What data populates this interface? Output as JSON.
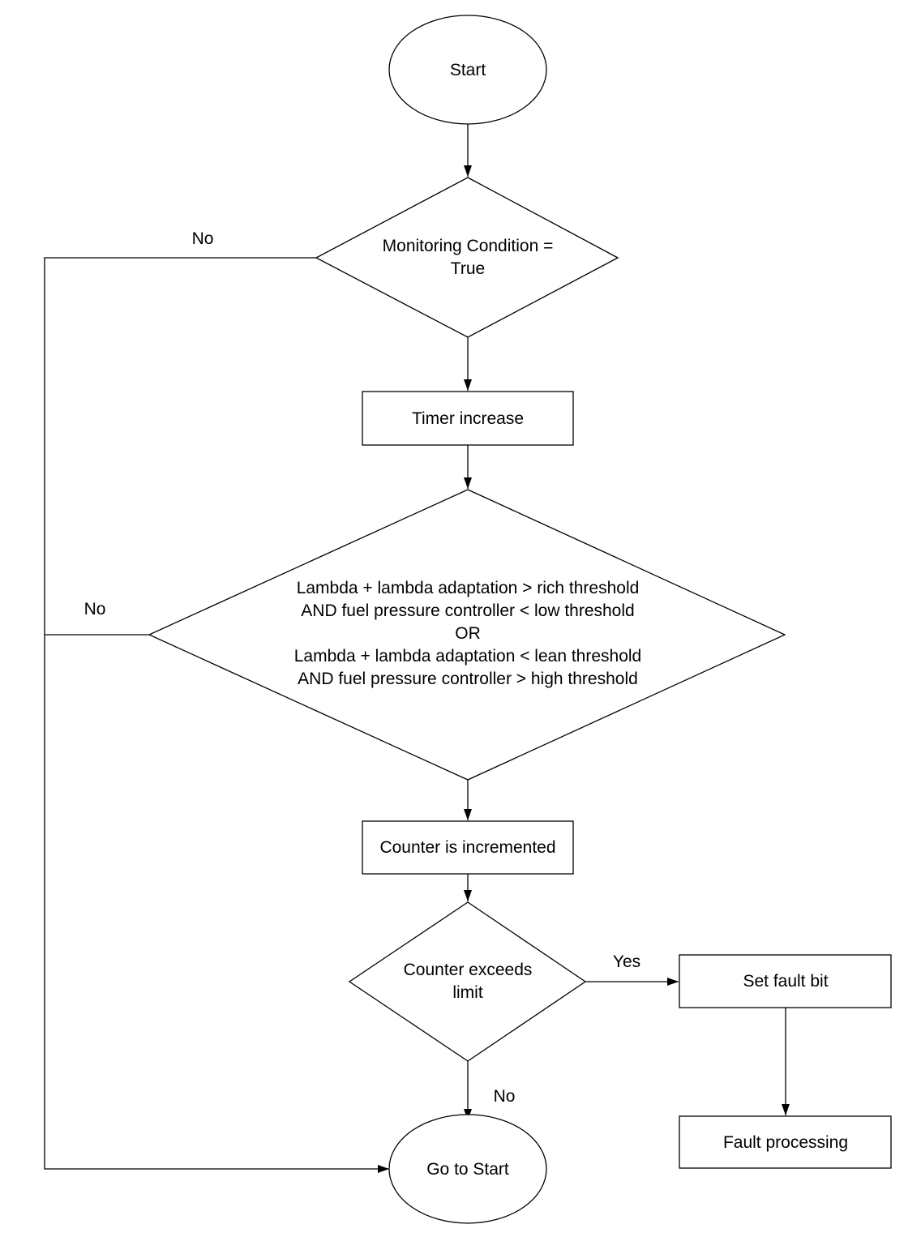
{
  "nodes": {
    "start": {
      "label": "Start"
    },
    "monitoring_condition": {
      "lines": [
        "Monitoring Condition =",
        "True"
      ]
    },
    "timer_increase": {
      "label": "Timer increase"
    },
    "lambda_check": {
      "lines": [
        "Lambda + lambda adaptation > rich threshold",
        "AND fuel pressure controller < low threshold",
        "OR",
        "Lambda + lambda adaptation < lean threshold",
        "AND fuel pressure controller > high threshold"
      ]
    },
    "counter_incremented": {
      "label": "Counter is incremented"
    },
    "counter_exceeds": {
      "lines": [
        "Counter exceeds",
        "limit"
      ]
    },
    "set_fault_bit": {
      "label": "Set fault bit"
    },
    "fault_processing": {
      "label": "Fault processing"
    },
    "go_to_start": {
      "label": "Go to Start"
    }
  },
  "edge_labels": {
    "monitoring_no": "No",
    "lambda_no": "No",
    "counter_yes": "Yes",
    "counter_no": "No"
  }
}
